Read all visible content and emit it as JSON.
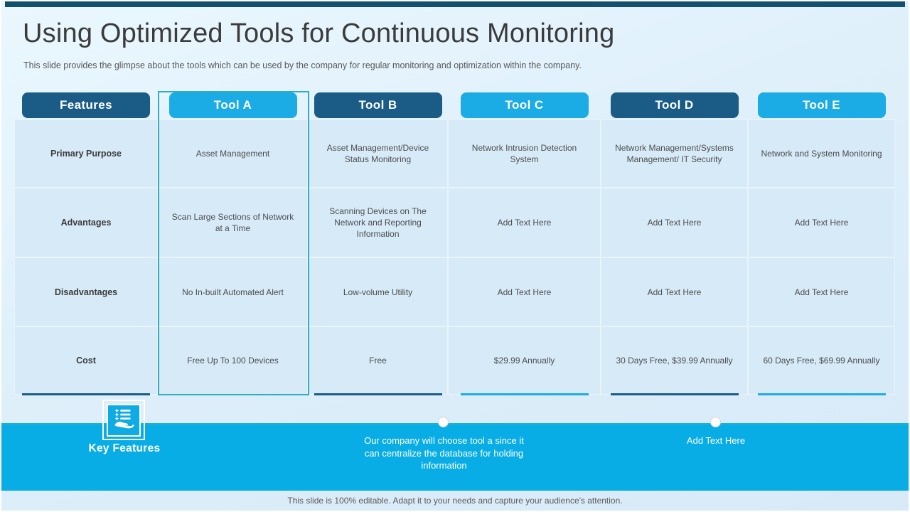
{
  "slide": {
    "title": "Using Optimized Tools for Continuous Monitoring",
    "subtitle": "This slide provides the glimpse about the tools which can be used by the company for regular monitoring and optimization within the company.",
    "footer": "This slide is 100% editable. Adapt it to your needs and capture your audience's attention."
  },
  "table": {
    "columns": [
      {
        "label": "Features",
        "style": "dark",
        "highlighted": false
      },
      {
        "label": "Tool A",
        "style": "light",
        "highlighted": true
      },
      {
        "label": "Tool B",
        "style": "dark",
        "highlighted": false
      },
      {
        "label": "Tool C",
        "style": "light",
        "highlighted": false
      },
      {
        "label": "Tool D",
        "style": "dark",
        "highlighted": false
      },
      {
        "label": "Tool E",
        "style": "light",
        "highlighted": false
      }
    ],
    "rows": [
      {
        "feature": "Primary Purpose",
        "cells": [
          "Asset Management",
          "Asset Management/Device Status Monitoring",
          "Network Intrusion Detection System",
          "Network Management/Systems Management/ IT Security",
          "Network and System Monitoring"
        ]
      },
      {
        "feature": "Advantages",
        "cells": [
          "Scan Large Sections of Network at a Time",
          "Scanning Devices on The Network and Reporting Information",
          "Add Text Here",
          "Add Text Here",
          "Add Text Here"
        ]
      },
      {
        "feature": "Disadvantages",
        "cells": [
          "No In-built Automated Alert",
          "Low-volume Utility",
          "Add Text Here",
          "Add Text Here",
          "Add Text Here"
        ]
      },
      {
        "feature": "Cost",
        "cells": [
          "Free Up To 100 Devices",
          "Free",
          "$29.99 Annually",
          "30 Days Free, $39.99 Annually",
          "60 Days Free, $69.99 Annually"
        ]
      }
    ]
  },
  "bottom": {
    "key_features_label": "Key Features",
    "icon": "hand-holding-list-icon",
    "notes": [
      {
        "text": "Our company will choose tool a since it can centralize the database for holding information"
      },
      {
        "text": "Add Text Here"
      }
    ]
  },
  "colors": {
    "dark_blue": "#1b5c87",
    "light_blue": "#1cace5",
    "band_blue": "#09ade6",
    "highlight_teal": "#2eafc0",
    "top_bar": "#13506e"
  }
}
